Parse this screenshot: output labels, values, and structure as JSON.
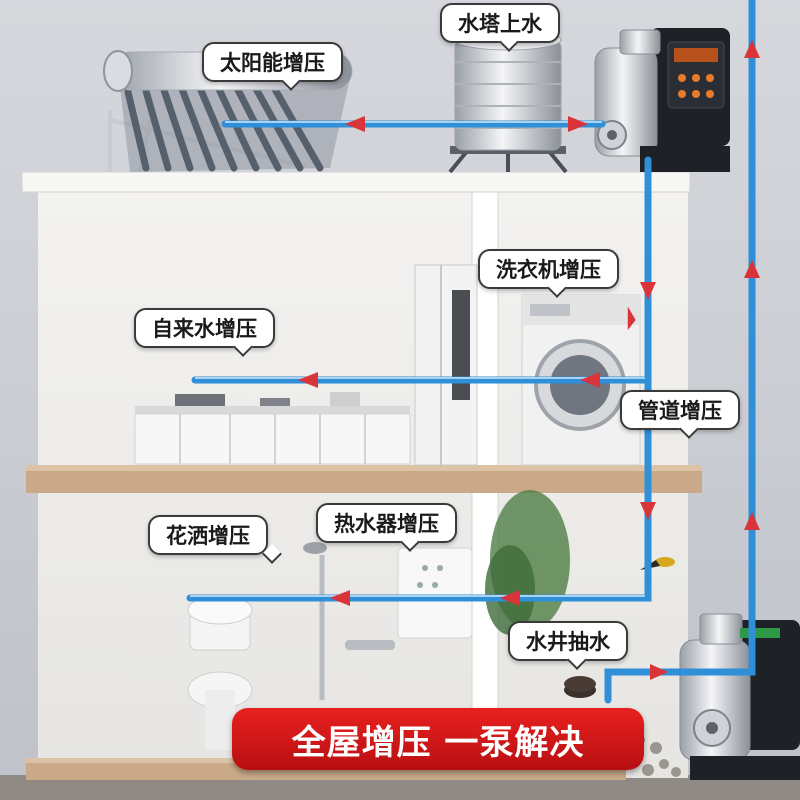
{
  "callouts": {
    "water_tower": "水塔上水",
    "solar": "太阳能增压",
    "washer": "洗衣机增压",
    "tap": "自来水增压",
    "pipeline": "管道增压",
    "shower": "花洒增压",
    "heater": "热水器增压",
    "well": "水井抽水"
  },
  "banner": "全屋增压 一泵解决",
  "colors": {
    "pipe_blue": "#2f8fd8",
    "arrow_red": "#d8343a",
    "banner_red": "#d4181b",
    "floor_wood": "#c9a987"
  },
  "icons": [
    "pump-icon",
    "water-tower-icon",
    "solar-heater-icon",
    "washing-machine-icon",
    "refrigerator-icon",
    "toilet-icon",
    "shower-icon",
    "water-heater-icon",
    "kitchen-cabinet-icon",
    "bird-icon",
    "plant-icon"
  ]
}
